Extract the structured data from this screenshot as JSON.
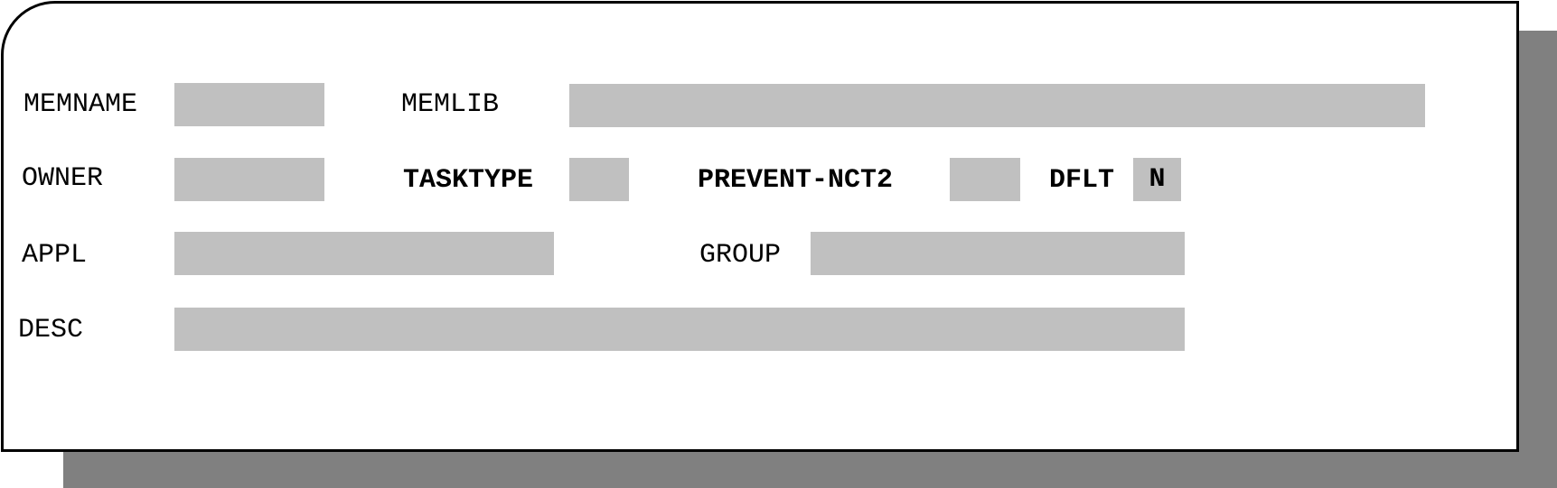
{
  "form": {
    "memname": {
      "label": "MEMNAME",
      "value": ""
    },
    "memlib": {
      "label": "MEMLIB",
      "value": ""
    },
    "owner": {
      "label": "OWNER",
      "value": ""
    },
    "tasktype": {
      "label": "TASKTYPE",
      "value": ""
    },
    "prevent_nct2": {
      "label": "PREVENT-NCT2",
      "value": ""
    },
    "dflt": {
      "label": "DFLT",
      "value": "N"
    },
    "appl": {
      "label": "APPL",
      "value": ""
    },
    "group": {
      "label": "GROUP",
      "value": ""
    },
    "desc": {
      "label": "DESC",
      "value": ""
    }
  },
  "colors": {
    "field_background": "#c0c0c0",
    "shadow": "#808080",
    "border": "#000000"
  }
}
